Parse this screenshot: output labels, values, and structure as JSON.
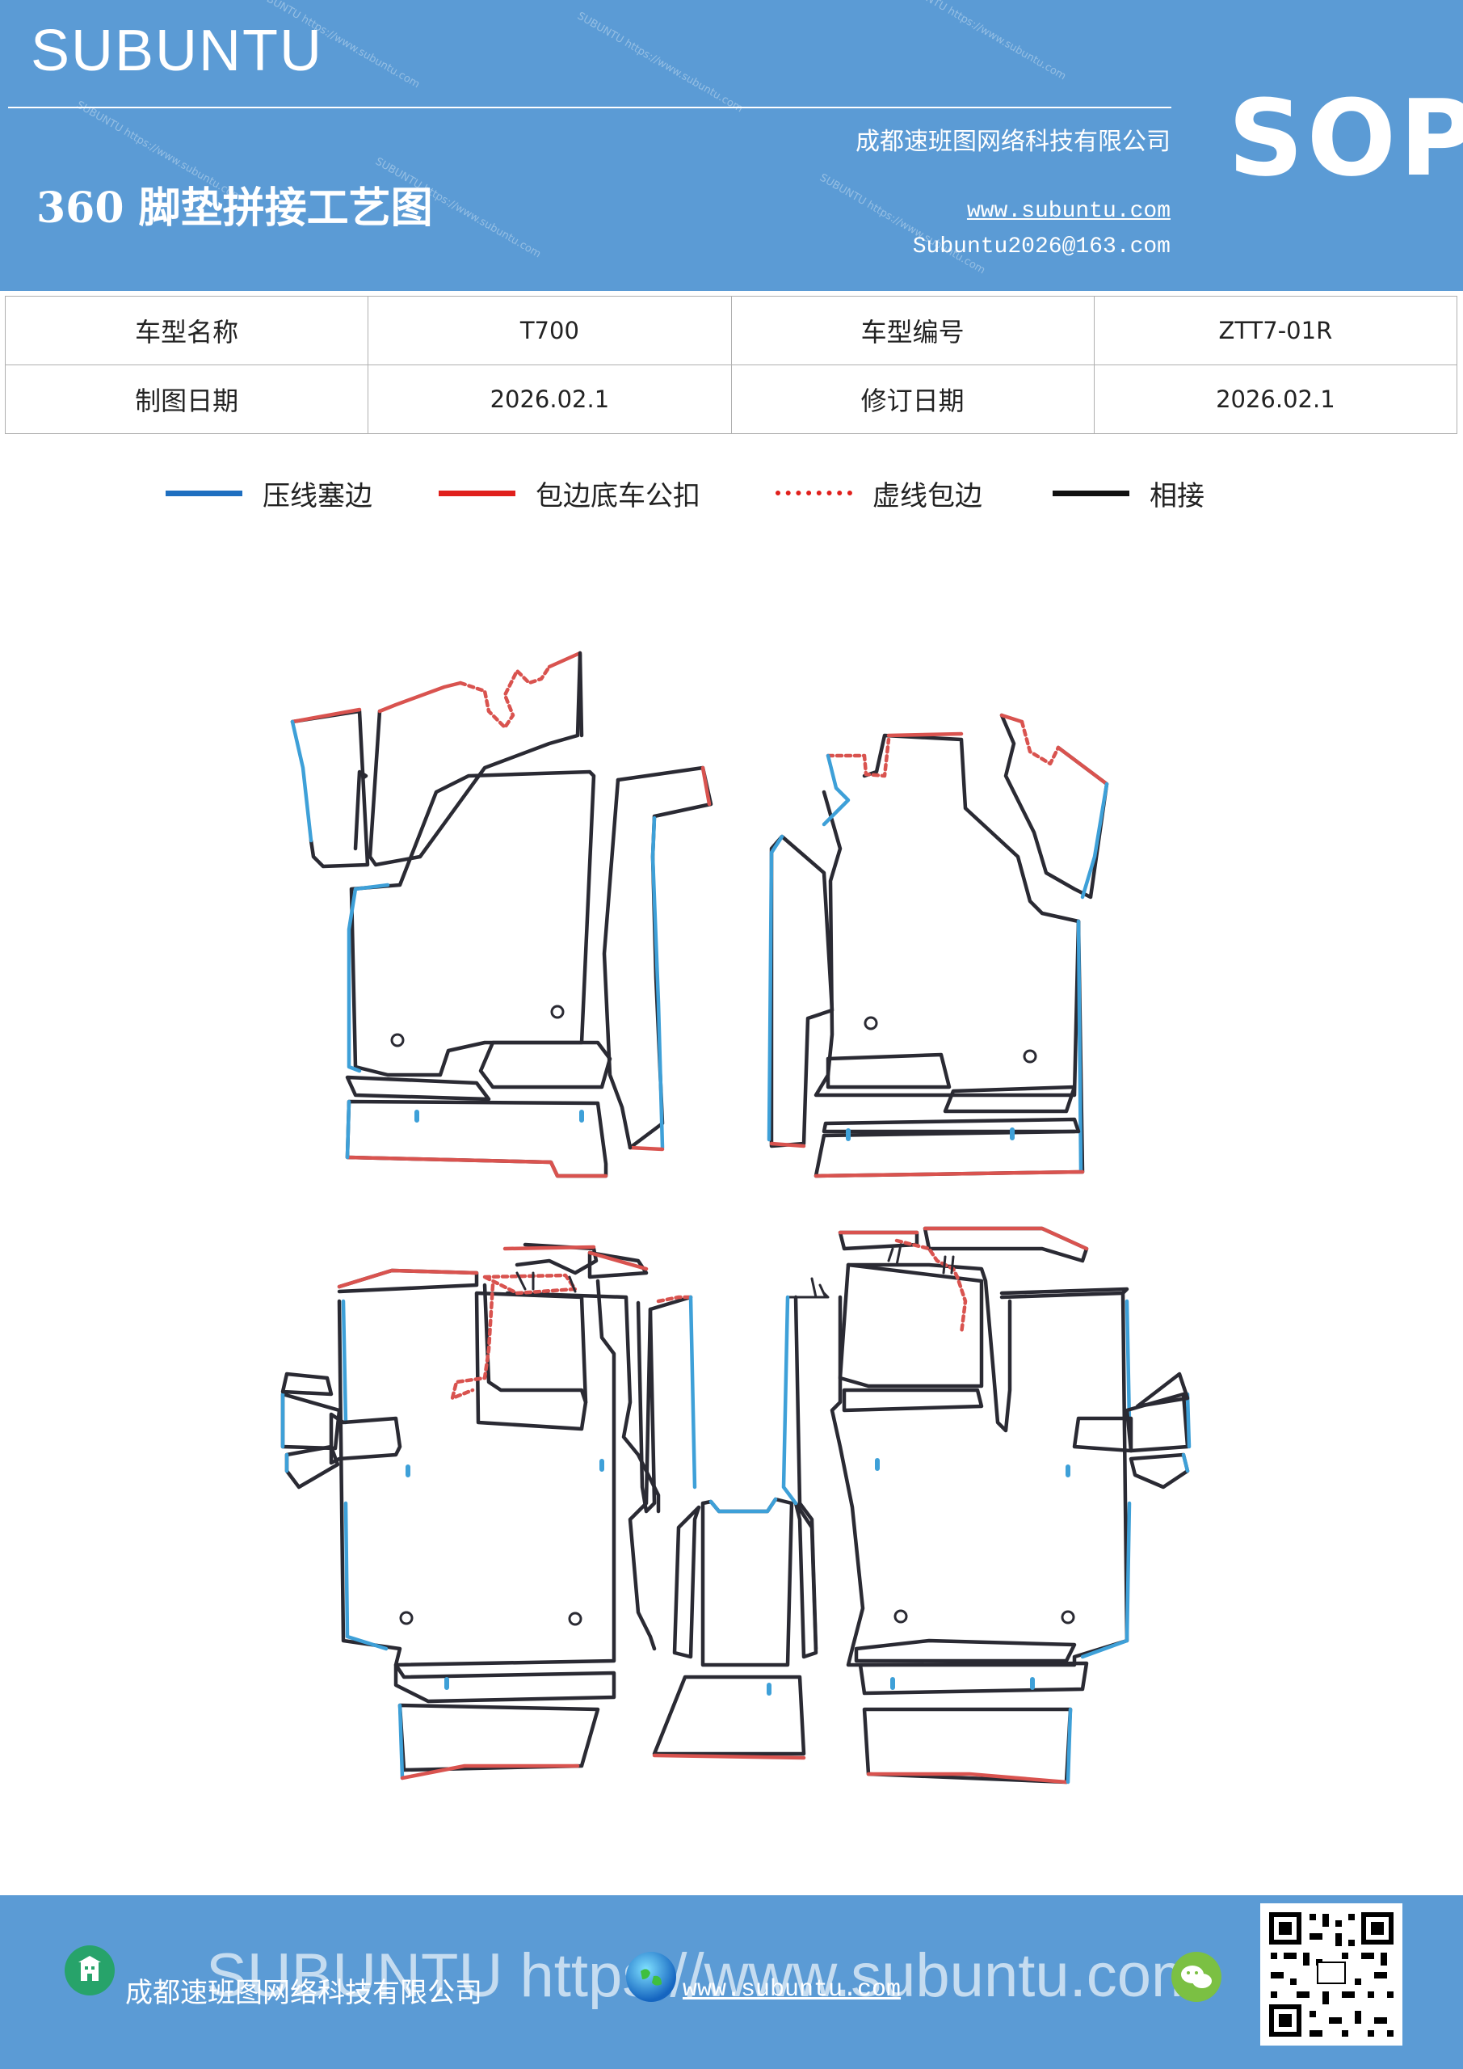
{
  "header": {
    "brand": "SUBUNTU",
    "company": "成都速班图网络科技有限公司",
    "title": "360 脚垫拼接工艺图",
    "website": "www.subuntu.com",
    "email": "Subuntu2026@163.com",
    "badge": "SOP",
    "watermark": "SUBUNTU https://www.subuntu.com"
  },
  "info": {
    "model_name_label": "车型名称",
    "model_name_value": "T700",
    "model_code_label": "车型编号",
    "model_code_value": "ZTT7-01R",
    "draw_date_label": "制图日期",
    "draw_date_value": "2026.02.1",
    "revise_date_label": "修订日期",
    "revise_date_value": "2026.02.1"
  },
  "legend": [
    {
      "label": "压线塞边",
      "color": "#1f8fd6",
      "style": "solid"
    },
    {
      "label": "包边底车公扣",
      "color": "#e0201c",
      "style": "solid"
    },
    {
      "label": "虚线包边",
      "color": "#e0201c",
      "style": "dotted"
    },
    {
      "label": "相接",
      "color": "#111111",
      "style": "solid"
    }
  ],
  "colors": {
    "header_bg": "#5b9bd5",
    "blue_line": "#3ea0d8",
    "red_line": "#d9534f",
    "black_line": "#2a2a33"
  },
  "footer": {
    "company": "成都速班图网络科技有限公司",
    "website": "www.subuntu.com",
    "watermark": "SUBUNTU https://www.subuntu.com",
    "icons": [
      "building-icon",
      "globe-icon",
      "wechat-icon",
      "qr-code"
    ]
  }
}
